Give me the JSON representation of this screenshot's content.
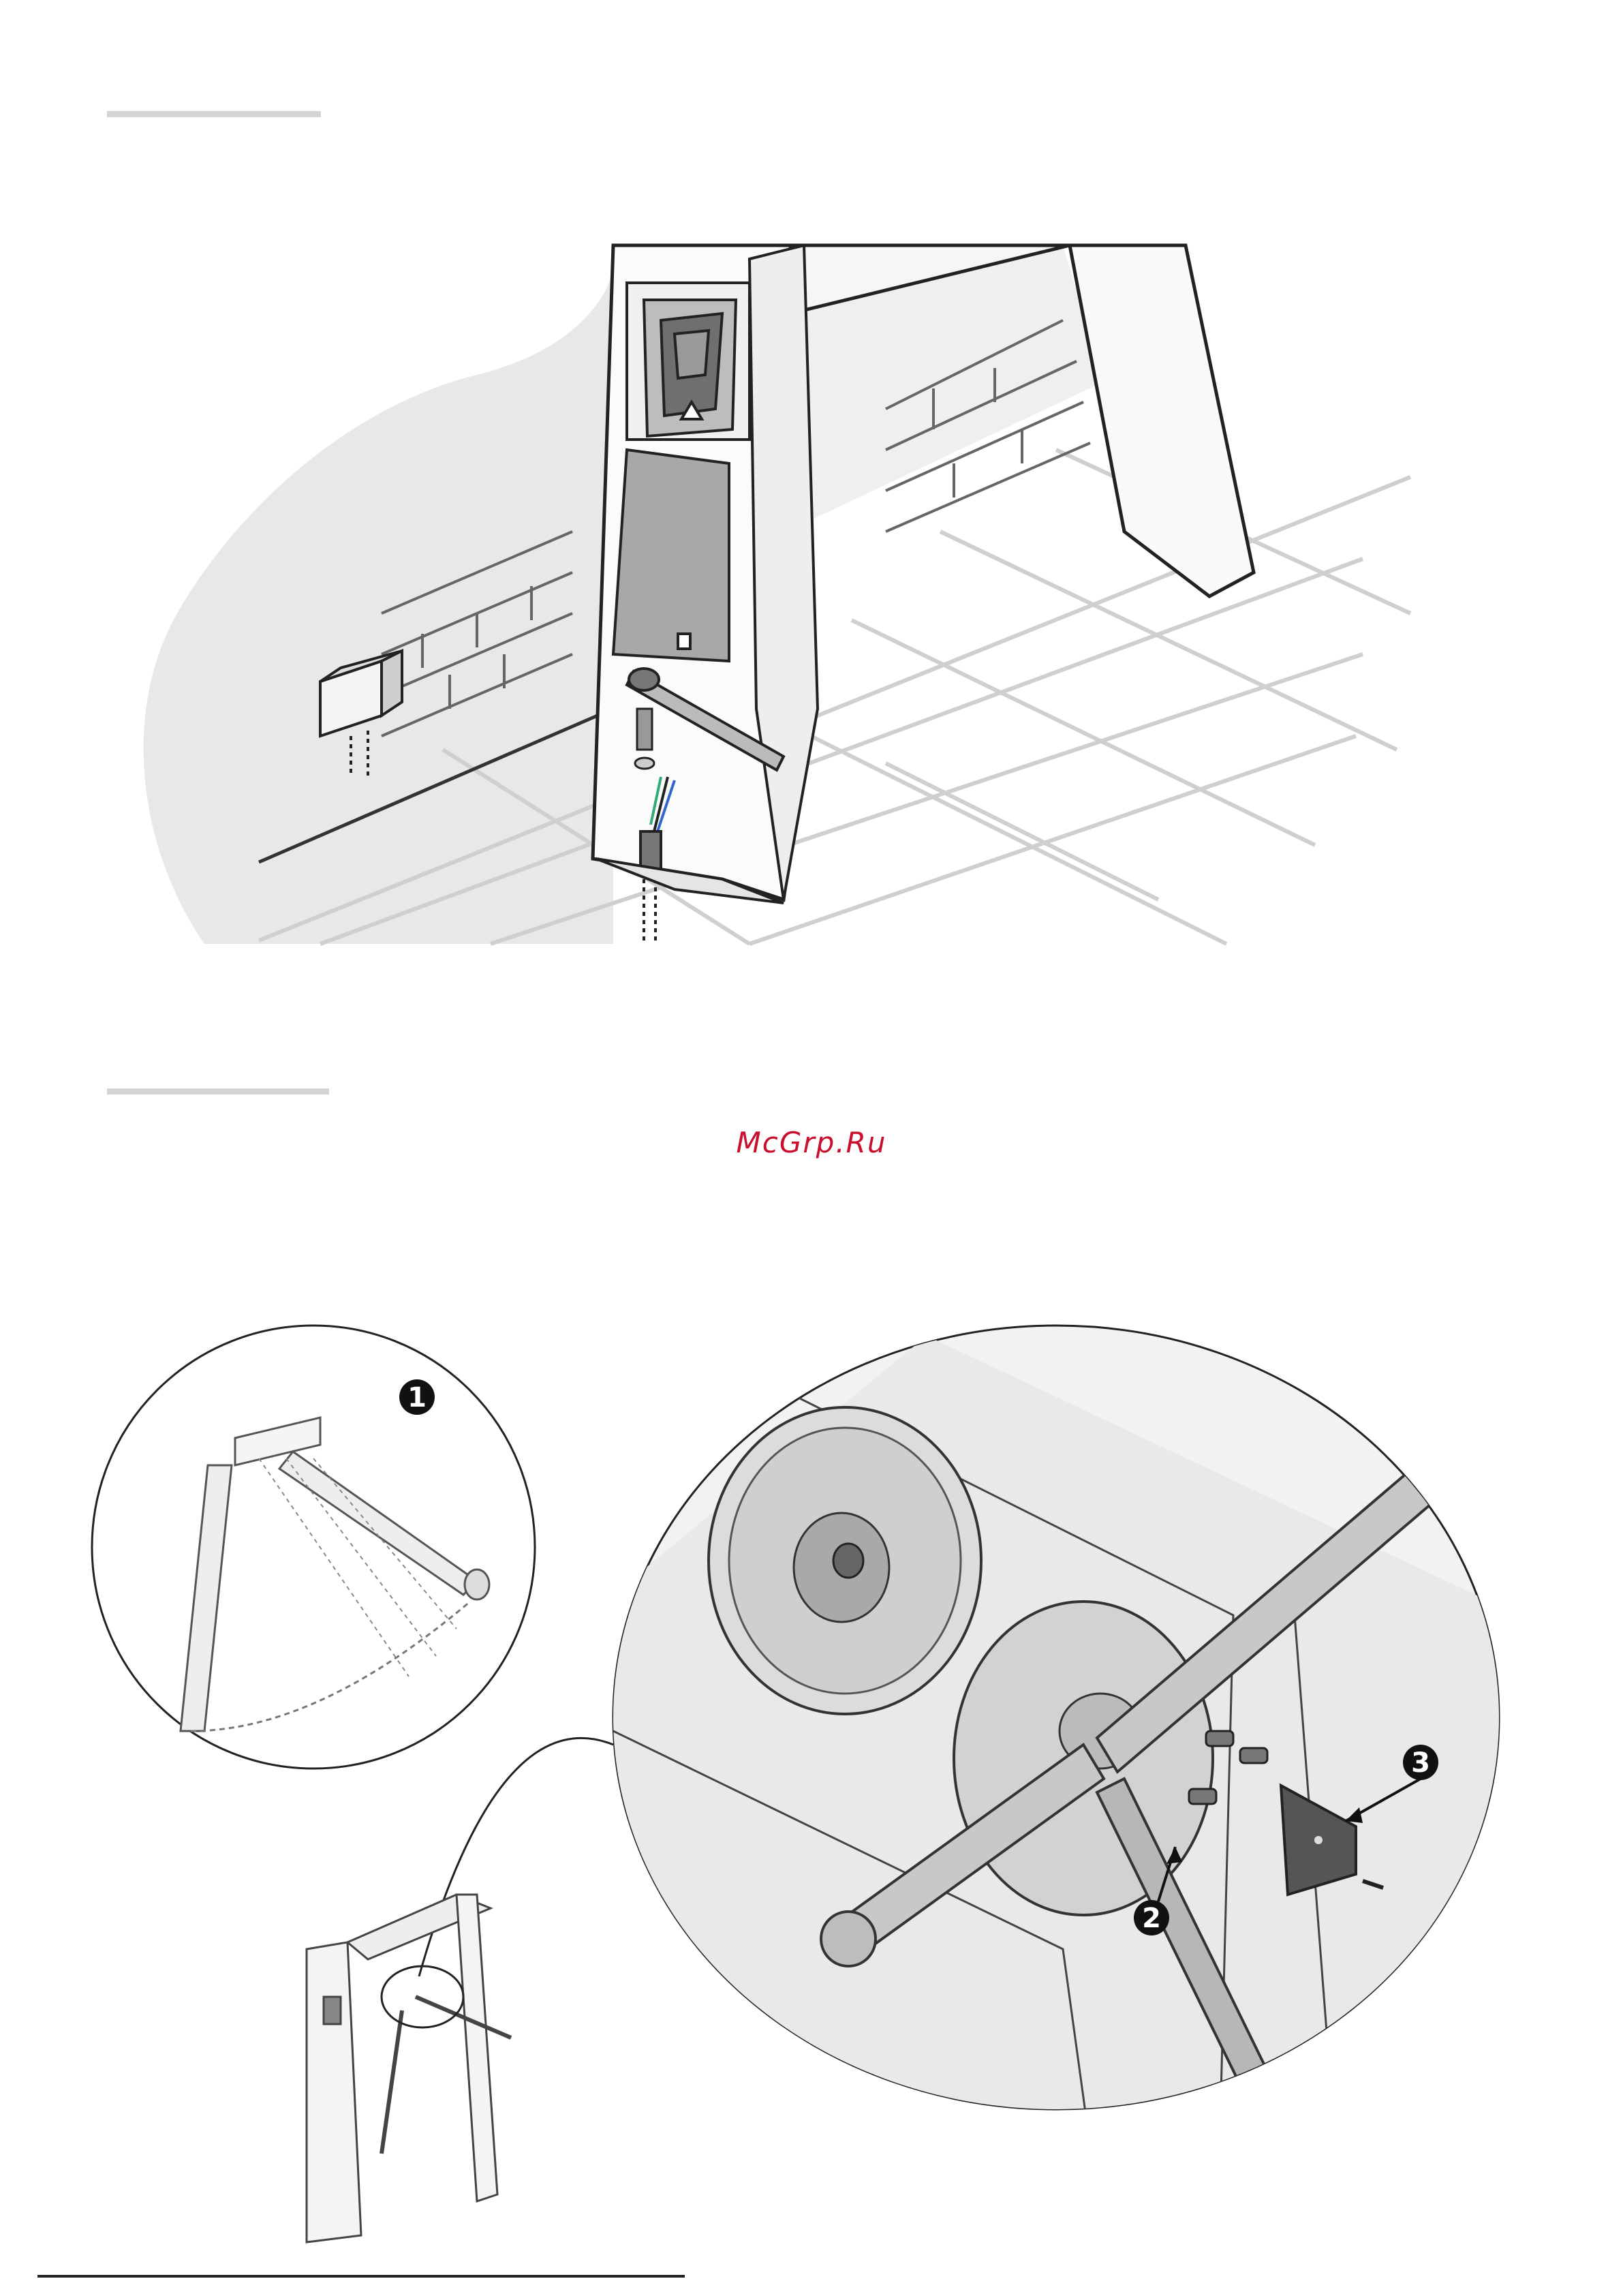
{
  "watermark": {
    "text": "McGrp.Ru",
    "color": "#c8102e"
  },
  "figure_top": {
    "icon": "installation-post-illustration"
  },
  "figure_bottom": {
    "icon": "arm-hub-detail-illustration",
    "callouts": [
      {
        "label": "1"
      },
      {
        "label": "2"
      },
      {
        "label": "3"
      }
    ]
  },
  "colors": {
    "rule": "#d4d4d4",
    "ink": "#222222",
    "shade": "#e8e8e8",
    "mid": "#9a9a9a",
    "dark": "#555555"
  }
}
